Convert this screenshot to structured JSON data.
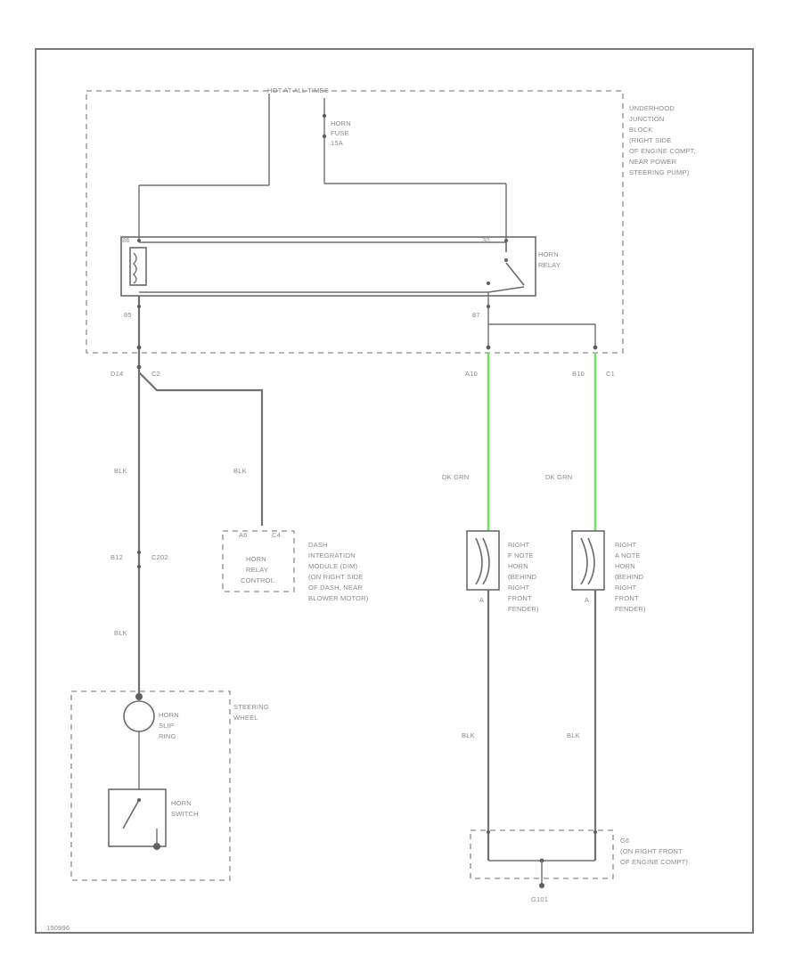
{
  "diagram": {
    "title_hot": "HOT AT ALL TIMES",
    "fuse": {
      "line1": "HORN",
      "line2": "FUSE",
      "line3": "15A"
    },
    "junction_block": [
      "UNDERHOOD",
      "JUNCTION",
      "BLOCK",
      "(RIGHT SIDE",
      "OF ENGINE COMPT,",
      "NEAR POWER",
      "STEERING PUMP)"
    ],
    "relay_label": [
      "HORN",
      "RELAY"
    ],
    "pin_86": "86",
    "pin_85": "85",
    "pin_30": "30",
    "pin_87": "87",
    "conn_d14": "D14",
    "conn_c2": "C2",
    "conn_a10": "A10",
    "conn_b10": "B10",
    "conn_c1": "C1",
    "wire_blk_1": "BLK",
    "wire_blk_2": "BLK",
    "wire_blk_3": "BLK",
    "wire_blk_4": "BLK",
    "wire_blk_5": "BLK",
    "wire_dkgrn_1": "DK GRN",
    "wire_dkgrn_2": "DK GRN",
    "conn_b12": "B12",
    "conn_c202": "C202",
    "conn_a6": "A6",
    "conn_c4": "C4",
    "dim_box": [
      "HORN",
      "RELAY",
      "CONTROL"
    ],
    "dim_label": [
      "DASH",
      "INTEGRATION",
      "MODULE (DIM)",
      "(ON RIGHT SIDE",
      "OF DASH, NEAR",
      "BLOWER MOTOR)"
    ],
    "horn_f": [
      "RIGHT",
      "F NOTE",
      "HORN",
      "(BEHIND",
      "RIGHT",
      "FRONT",
      "FENDER)"
    ],
    "horn_a": [
      "RIGHT",
      "A NOTE",
      "HORN",
      "(BEHIND",
      "RIGHT",
      "FRONT",
      "FENDER)"
    ],
    "horn_f_pin": "A",
    "horn_a_pin": "A",
    "slip_ring": [
      "HORN",
      "SLIP",
      "RING"
    ],
    "steering_wheel": [
      "STEERING",
      "WHEEL"
    ],
    "horn_switch": [
      "HORN",
      "SWITCH"
    ],
    "ground_block": [
      "G6",
      "(ON RIGHT FRONT",
      "OF ENGINE COMPT)"
    ],
    "ground_id": "G101",
    "footer_id": "150996"
  }
}
